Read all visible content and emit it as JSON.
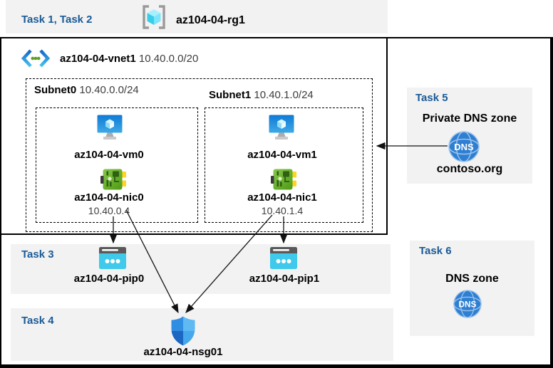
{
  "title_band": {
    "label": "Task 1, Task 2",
    "resource_group_name": "az104-04-rg1"
  },
  "vnet": {
    "name": "az104-04-vnet1",
    "cidr": "10.40.0.0/20"
  },
  "subnets": [
    {
      "name": "Subnet0",
      "cidr": "10.40.0.0/24",
      "vm_name": "az104-04-vm0",
      "nic_name": "az104-04-nic0",
      "nic_ip": "10.40.0.4"
    },
    {
      "name": "Subnet1",
      "cidr": "10.40.1.0/24",
      "vm_name": "az104-04-vm1",
      "nic_name": "az104-04-nic1",
      "nic_ip": "10.40.1.4"
    }
  ],
  "task3": {
    "label": "Task 3",
    "pip0_name": "az104-04-pip0",
    "pip1_name": "az104-04-pip1"
  },
  "task4": {
    "label": "Task 4",
    "nsg_name": "az104-04-nsg01"
  },
  "task5": {
    "label": "Task 5",
    "heading": "Private DNS zone",
    "zone_name": "contoso.org",
    "icon_text": "DNS"
  },
  "task6": {
    "label": "Task 6",
    "heading": "DNS zone",
    "icon_text": "DNS"
  },
  "colors": {
    "band_bg": "#f2f2f2",
    "task_label_blue": "#1a5a96",
    "border_black": "#000000",
    "pip_cyan": "#3fc9ea",
    "nic_green": "#6ab52c",
    "dns_blue": "#2e7fd2",
    "vm_blue": "#1584dc",
    "rg_cube_cyan": "#38cdeb"
  }
}
